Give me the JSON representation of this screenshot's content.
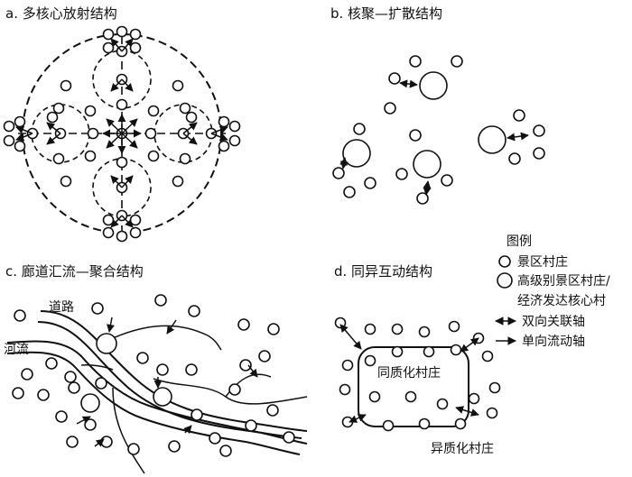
{
  "panels": {
    "a": {
      "title": "a. 多核心放射结构"
    },
    "b": {
      "title": "b. 核聚—扩散结构"
    },
    "c": {
      "title": "c. 廊道汇流—聚合结构",
      "road_label": "道路",
      "river_label": "河流"
    },
    "d": {
      "title": "d. 同异互动结构",
      "inner_label": "同质化村庄",
      "outer_label": "异质化村庄"
    }
  },
  "legend": {
    "title": "图例",
    "items": [
      {
        "symbol": "small-circle",
        "label": "景区村庄"
      },
      {
        "symbol": "large-circle",
        "label": "高级别景区村庄/"
      },
      {
        "symbol": "none",
        "label": "经济发达核心村"
      },
      {
        "symbol": "double-arrow",
        "label": "双向关联轴"
      },
      {
        "symbol": "single-arrow",
        "label": "单向流动轴"
      }
    ]
  }
}
